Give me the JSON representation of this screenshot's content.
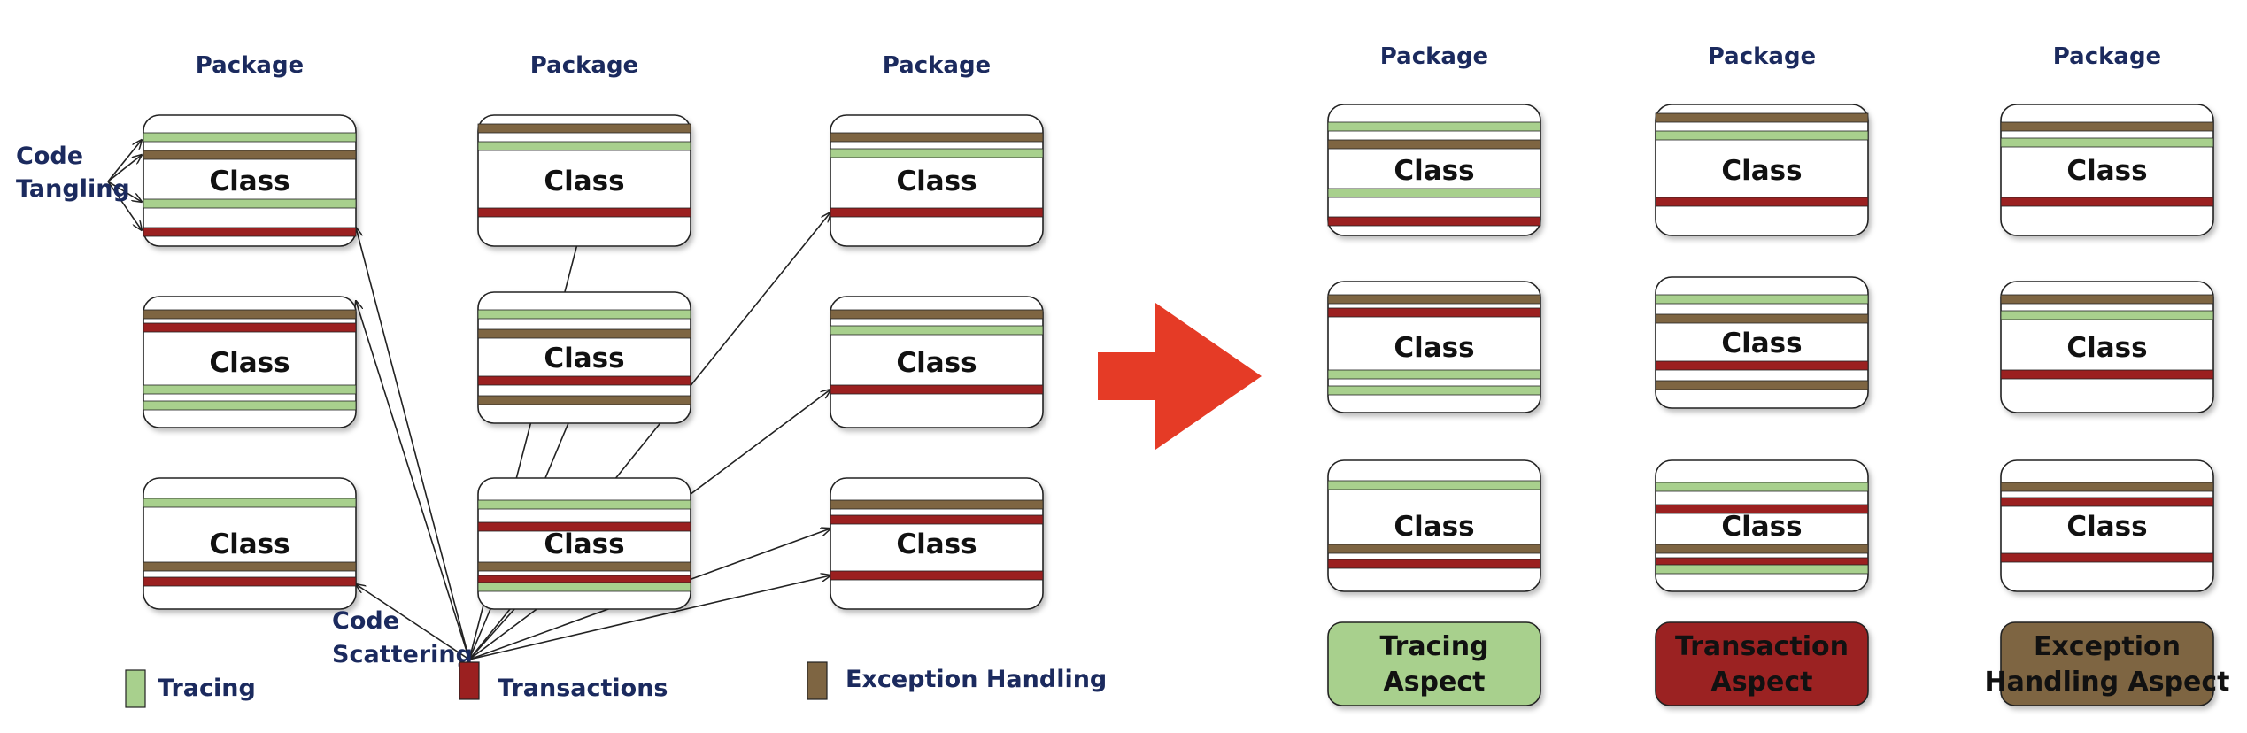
{
  "labels": {
    "package": "Package",
    "class": "Class",
    "code_tangling_line1": "Code",
    "code_tangling_line2": "Tangling",
    "code_scattering_line1": "Code",
    "code_scattering_line2": "Scattering"
  },
  "legend": {
    "tracing": "Tracing",
    "transactions": "Transactions",
    "exception_handling": "Exception Handling"
  },
  "aspects": {
    "tracing": [
      "Tracing",
      "Aspect"
    ],
    "transaction": [
      "Transaction",
      "Aspect"
    ],
    "exception": [
      "Exception",
      "Handling Aspect"
    ]
  },
  "colors": {
    "tracing": "#a8d08d",
    "transactions": "#9b2020",
    "exception": "#7e6542",
    "arrow": "#e53b26",
    "label": "#1b2a5e"
  }
}
